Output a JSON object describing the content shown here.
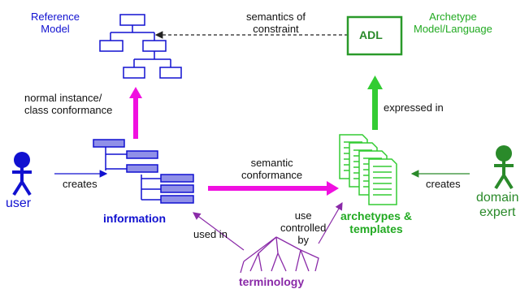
{
  "labels": {
    "reference_model": "Reference\nModel",
    "archetype_model": "Archetype\nModel/Language",
    "adl": "ADL",
    "semantics_of_constraint": "semantics of\nconstraint",
    "normal_conformance": "normal instance/\nclass conformance",
    "expressed_in": "expressed in",
    "user": "user",
    "creates_left": "creates",
    "information": "information",
    "semantic_conformance": "semantic\nconformance",
    "archetypes_templates": "archetypes &\ntemplates",
    "creates_right": "creates",
    "domain_expert": "domain\nexpert",
    "used_in": "used in",
    "use_controlled_by": "use\ncontrolled\nby",
    "terminology": "terminology"
  },
  "colors": {
    "blue": "#1010d0",
    "light_blue_fill": "#9090e8",
    "magenta": "#f010e0",
    "green": "#33cc33",
    "dark_green": "#2a8a2a",
    "purple": "#8a2aa8"
  }
}
